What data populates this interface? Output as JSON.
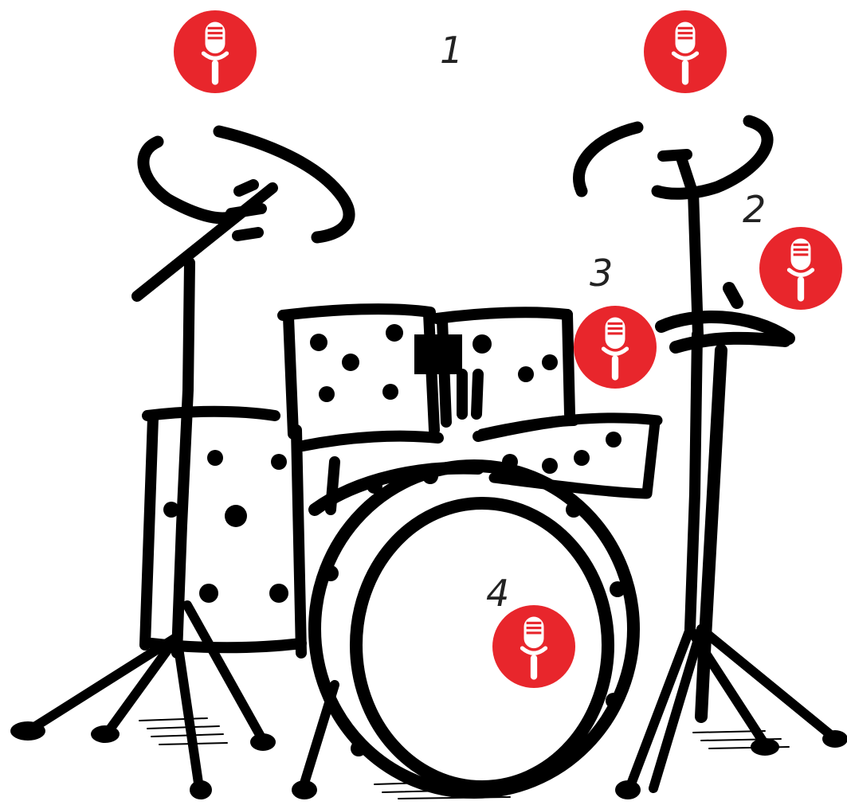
{
  "labels": {
    "overhead": "1",
    "hihat": "2",
    "toms": "3",
    "kick": "4"
  },
  "colors": {
    "mic": "#e8262c",
    "ink": "#000000",
    "label": "#222222"
  },
  "icons": {
    "mic": "microphone-icon"
  }
}
